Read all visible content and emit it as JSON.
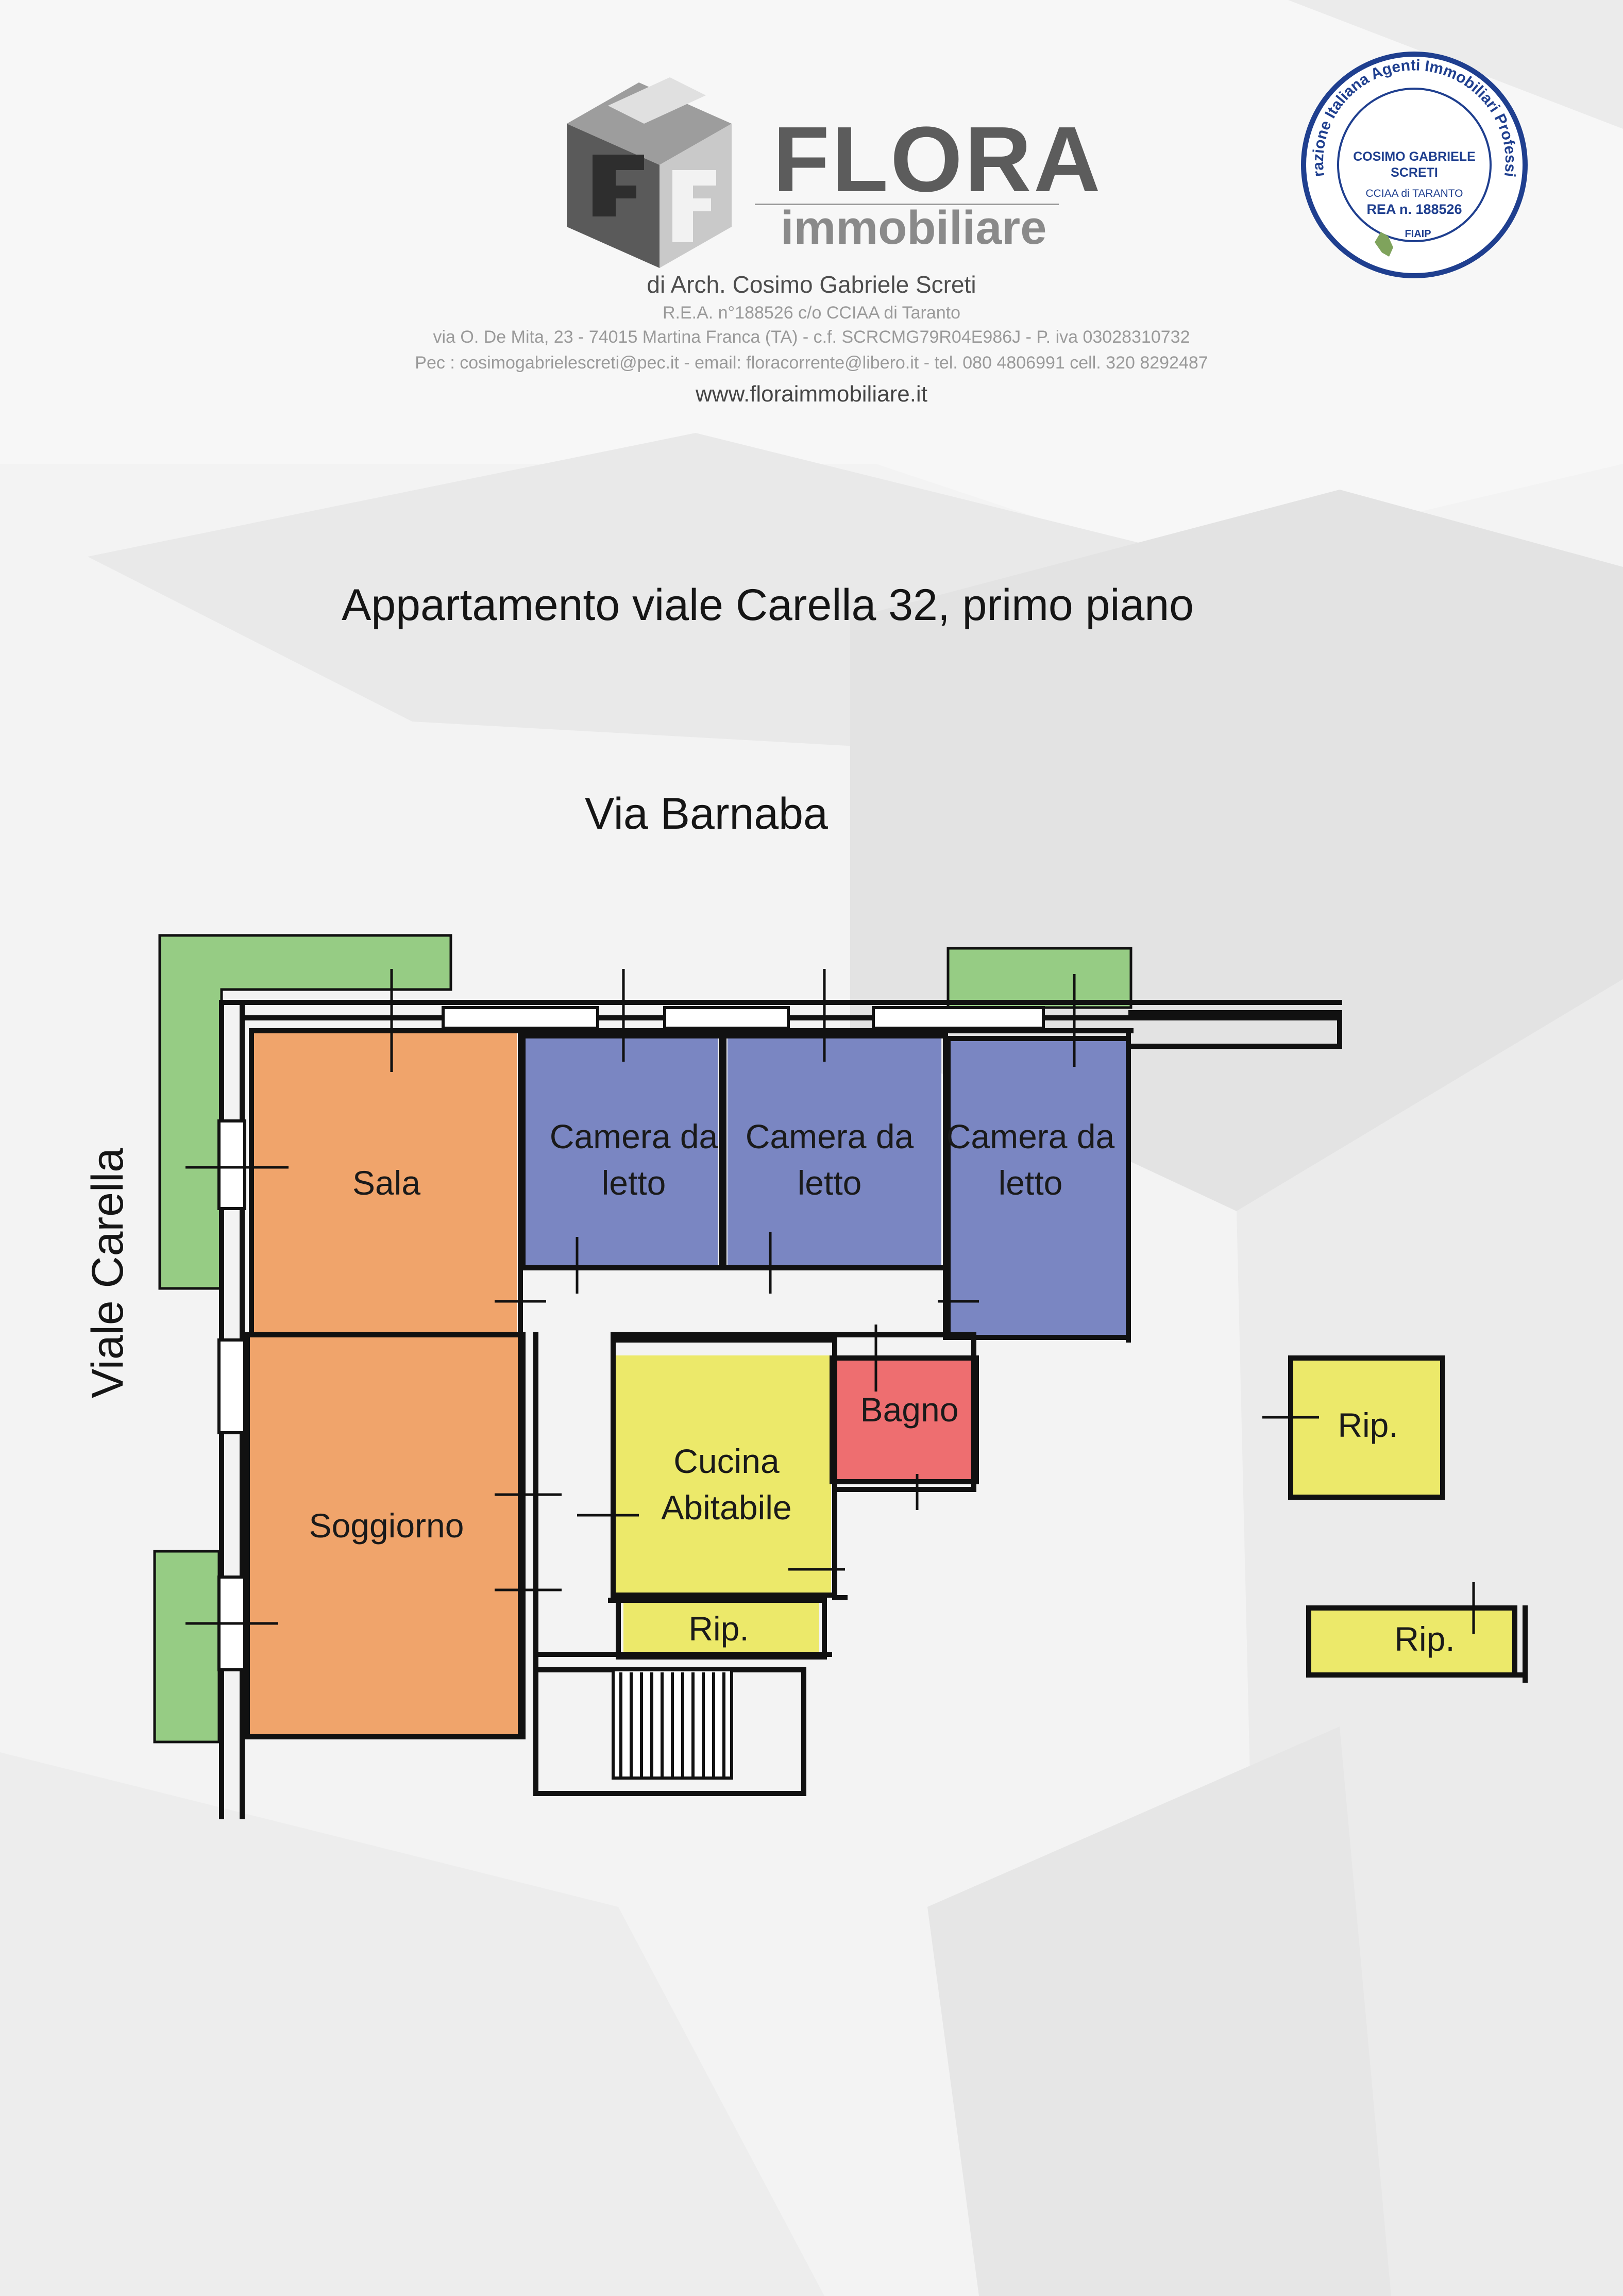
{
  "header": {
    "brand_name": "FLORA",
    "brand_sub": "immobiliare",
    "company": "di Arch. Cosimo Gabriele Screti",
    "rea": "R.E.A. n°188526  c/o CCIAA di Taranto",
    "address": "via O. De Mita, 23 - 74015 Martina Franca (TA) - c.f. SCRCMG79R04E986J - P. iva 03028310732",
    "contacts": "Pec : cosimogabrielescreti@pec.it - email: floracorrente@libero.it - tel. 080 4806991 cell. 320 8292487",
    "website": "www.floraimmobiliare.it"
  },
  "seal": {
    "ring_text": "Federazione Italiana Agenti Immobiliari Professionali",
    "name_line1": "COSIMO GABRIELE",
    "name_line2": "SCRETI",
    "chamber": "CCIAA di TARANTO",
    "rea": "REA n. 188526",
    "logo_text": "FIAIP"
  },
  "plan": {
    "title": "Appartamento viale Carella 32, primo piano",
    "street_north": "Via Barnaba",
    "street_west": "Viale Carella",
    "rooms": [
      {
        "label": "Sala",
        "color": "#f0a46b"
      },
      {
        "label": "Soggiorno",
        "color": "#f0a46b"
      },
      {
        "label": "Camera da letto",
        "color": "#7a86c2"
      },
      {
        "label": "Camera da letto",
        "color": "#7a86c2"
      },
      {
        "label": "Camera da letto",
        "color": "#7a86c2"
      },
      {
        "label": "Cucina Abitabile",
        "color": "#ece96a"
      },
      {
        "label": "Bagno",
        "color": "#ee6e70"
      },
      {
        "label": "Rip.",
        "color": "#ece96a"
      },
      {
        "label": "Rip.",
        "color": "#ece96a"
      },
      {
        "label": "Rip.",
        "color": "#ece96a"
      }
    ],
    "balcony_color": "#96cc84",
    "wall_color": "#111111"
  }
}
